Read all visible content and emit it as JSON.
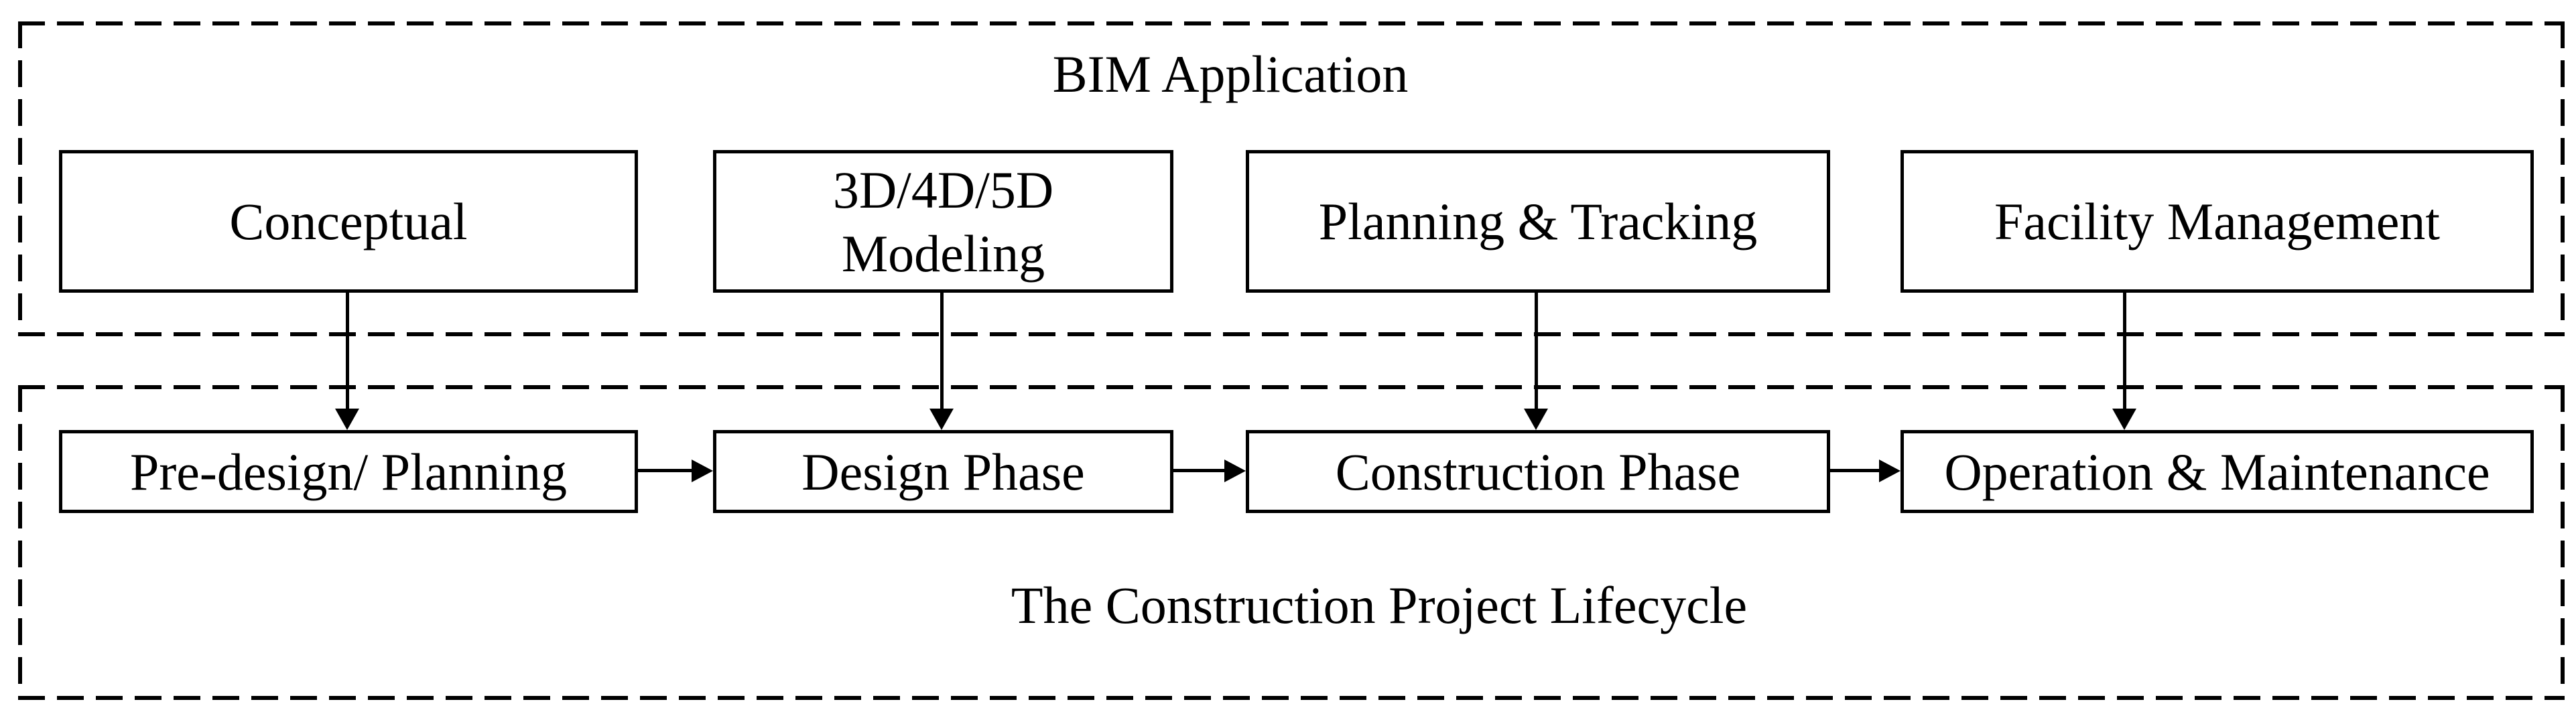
{
  "diagram": {
    "colors": {
      "line": "#000000",
      "background": "#ffffff",
      "text": "#000000"
    },
    "bim_application": {
      "title": "BIM Application",
      "boxes": [
        {
          "label": "Conceptual"
        },
        {
          "label": "3D/4D/5D\nModeling"
        },
        {
          "label": "Planning & Tracking"
        },
        {
          "label": "Facility Management"
        }
      ]
    },
    "construction_lifecycle": {
      "title": "The Construction Project Lifecycle",
      "boxes": [
        {
          "label": "Pre-design/ Planning"
        },
        {
          "label": "Design Phase"
        },
        {
          "label": "Construction Phase"
        },
        {
          "label": "Operation & Maintenance"
        }
      ]
    }
  }
}
